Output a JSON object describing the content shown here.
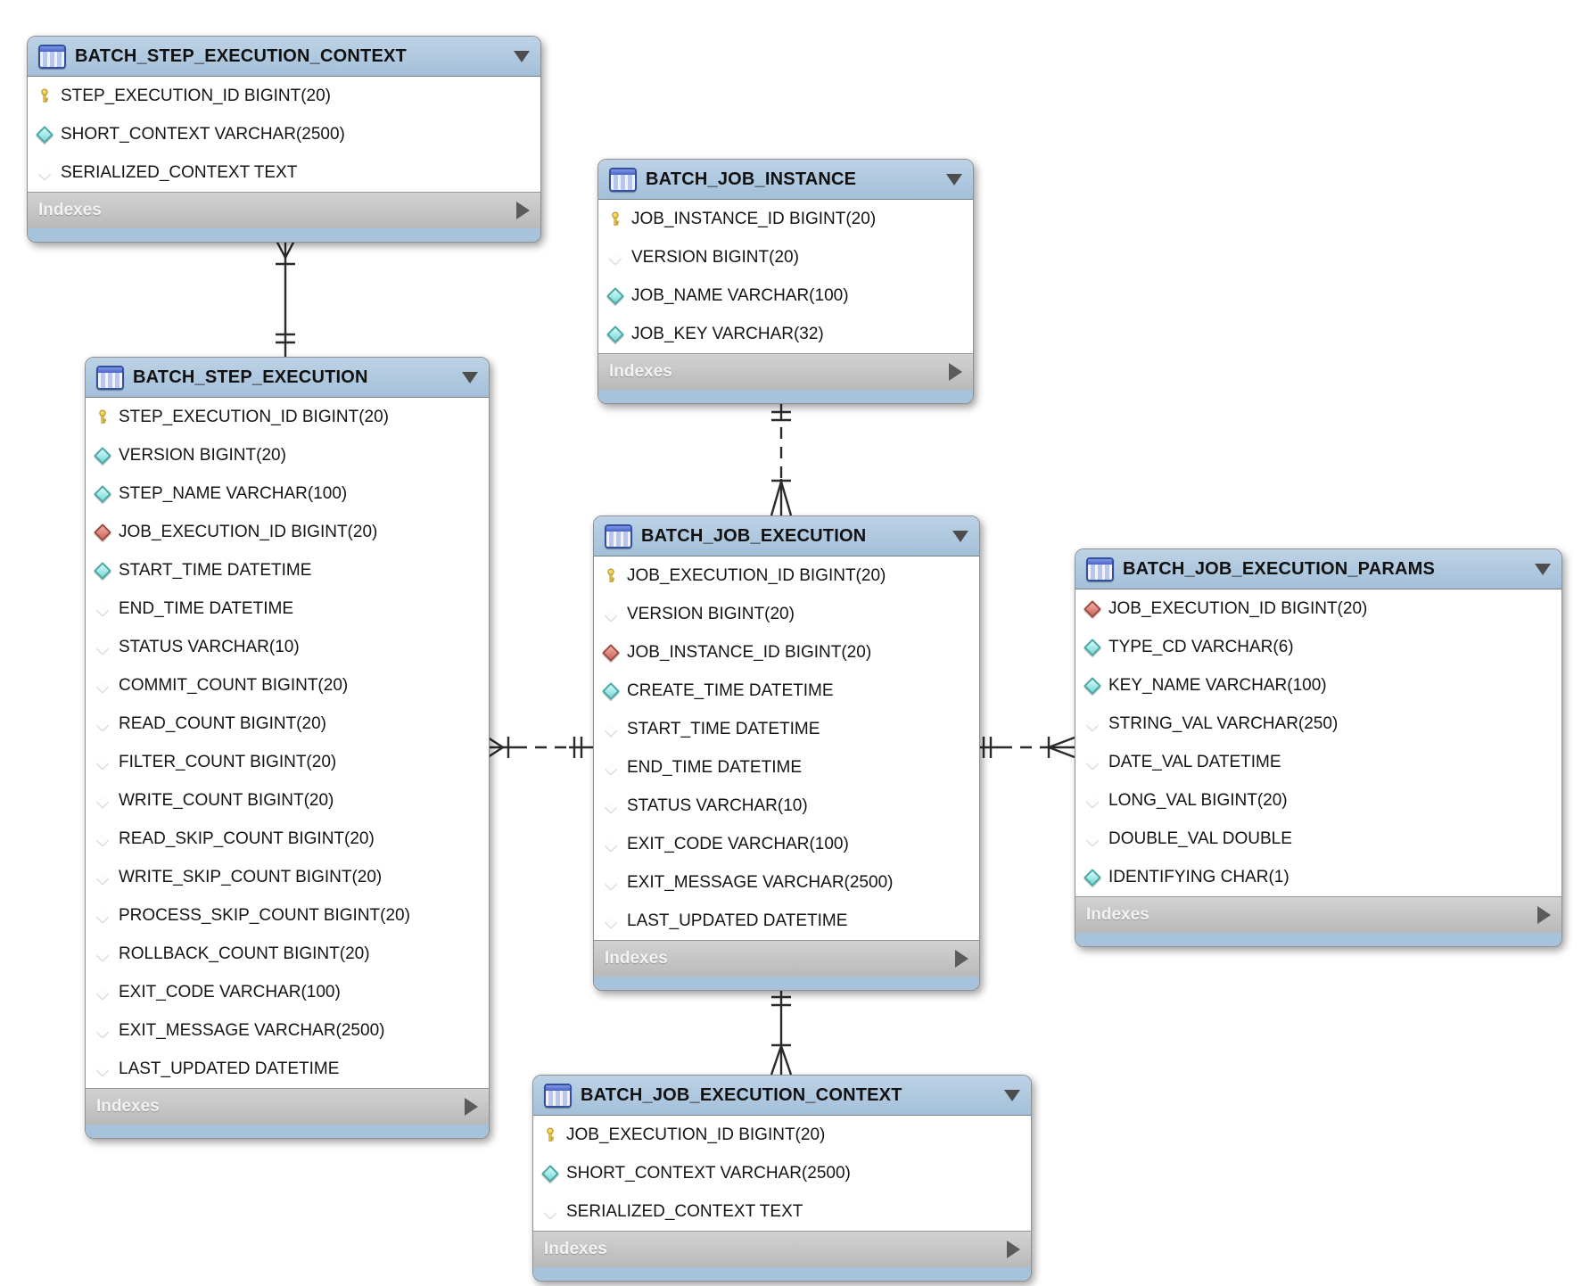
{
  "tables": [
    {
      "id": "batch_step_execution_context",
      "title": "BATCH_STEP_EXECUTION_CONTEXT",
      "footer_label": "Indexes",
      "columns": [
        {
          "icon": "primary-key",
          "text": "STEP_EXECUTION_ID BIGINT(20)"
        },
        {
          "icon": "not-null",
          "text": "SHORT_CONTEXT VARCHAR(2500)"
        },
        {
          "icon": "nullable",
          "text": "SERIALIZED_CONTEXT TEXT"
        }
      ]
    },
    {
      "id": "batch_job_instance",
      "title": "BATCH_JOB_INSTANCE",
      "footer_label": "Indexes",
      "columns": [
        {
          "icon": "primary-key",
          "text": "JOB_INSTANCE_ID BIGINT(20)"
        },
        {
          "icon": "nullable",
          "text": "VERSION BIGINT(20)"
        },
        {
          "icon": "not-null",
          "text": "JOB_NAME VARCHAR(100)"
        },
        {
          "icon": "not-null",
          "text": "JOB_KEY VARCHAR(32)"
        }
      ]
    },
    {
      "id": "batch_step_execution",
      "title": "BATCH_STEP_EXECUTION",
      "footer_label": "Indexes",
      "columns": [
        {
          "icon": "primary-key",
          "text": "STEP_EXECUTION_ID BIGINT(20)"
        },
        {
          "icon": "not-null",
          "text": "VERSION BIGINT(20)"
        },
        {
          "icon": "not-null",
          "text": "STEP_NAME VARCHAR(100)"
        },
        {
          "icon": "foreign-key",
          "text": "JOB_EXECUTION_ID BIGINT(20)"
        },
        {
          "icon": "not-null",
          "text": "START_TIME DATETIME"
        },
        {
          "icon": "nullable",
          "text": "END_TIME DATETIME"
        },
        {
          "icon": "nullable",
          "text": "STATUS VARCHAR(10)"
        },
        {
          "icon": "nullable",
          "text": "COMMIT_COUNT BIGINT(20)"
        },
        {
          "icon": "nullable",
          "text": "READ_COUNT BIGINT(20)"
        },
        {
          "icon": "nullable",
          "text": "FILTER_COUNT BIGINT(20)"
        },
        {
          "icon": "nullable",
          "text": "WRITE_COUNT BIGINT(20)"
        },
        {
          "icon": "nullable",
          "text": "READ_SKIP_COUNT BIGINT(20)"
        },
        {
          "icon": "nullable",
          "text": "WRITE_SKIP_COUNT BIGINT(20)"
        },
        {
          "icon": "nullable",
          "text": "PROCESS_SKIP_COUNT BIGINT(20)"
        },
        {
          "icon": "nullable",
          "text": "ROLLBACK_COUNT BIGINT(20)"
        },
        {
          "icon": "nullable",
          "text": "EXIT_CODE VARCHAR(100)"
        },
        {
          "icon": "nullable",
          "text": "EXIT_MESSAGE VARCHAR(2500)"
        },
        {
          "icon": "nullable",
          "text": "LAST_UPDATED DATETIME"
        }
      ]
    },
    {
      "id": "batch_job_execution",
      "title": "BATCH_JOB_EXECUTION",
      "footer_label": "Indexes",
      "columns": [
        {
          "icon": "primary-key",
          "text": "JOB_EXECUTION_ID BIGINT(20)"
        },
        {
          "icon": "nullable",
          "text": "VERSION BIGINT(20)"
        },
        {
          "icon": "foreign-key",
          "text": "JOB_INSTANCE_ID BIGINT(20)"
        },
        {
          "icon": "not-null",
          "text": "CREATE_TIME DATETIME"
        },
        {
          "icon": "nullable",
          "text": "START_TIME DATETIME"
        },
        {
          "icon": "nullable",
          "text": "END_TIME DATETIME"
        },
        {
          "icon": "nullable",
          "text": "STATUS VARCHAR(10)"
        },
        {
          "icon": "nullable",
          "text": "EXIT_CODE VARCHAR(100)"
        },
        {
          "icon": "nullable",
          "text": "EXIT_MESSAGE VARCHAR(2500)"
        },
        {
          "icon": "nullable",
          "text": "LAST_UPDATED DATETIME"
        }
      ]
    },
    {
      "id": "batch_job_execution_params",
      "title": "BATCH_JOB_EXECUTION_PARAMS",
      "footer_label": "Indexes",
      "columns": [
        {
          "icon": "foreign-key",
          "text": "JOB_EXECUTION_ID BIGINT(20)"
        },
        {
          "icon": "not-null",
          "text": "TYPE_CD VARCHAR(6)"
        },
        {
          "icon": "not-null",
          "text": "KEY_NAME VARCHAR(100)"
        },
        {
          "icon": "nullable",
          "text": "STRING_VAL VARCHAR(250)"
        },
        {
          "icon": "nullable",
          "text": "DATE_VAL DATETIME"
        },
        {
          "icon": "nullable",
          "text": "LONG_VAL BIGINT(20)"
        },
        {
          "icon": "nullable",
          "text": "DOUBLE_VAL DOUBLE"
        },
        {
          "icon": "not-null",
          "text": "IDENTIFYING CHAR(1)"
        }
      ]
    },
    {
      "id": "batch_job_execution_context",
      "title": "BATCH_JOB_EXECUTION_CONTEXT",
      "footer_label": "Indexes",
      "columns": [
        {
          "icon": "primary-key",
          "text": "JOB_EXECUTION_ID BIGINT(20)"
        },
        {
          "icon": "not-null",
          "text": "SHORT_CONTEXT VARCHAR(2500)"
        },
        {
          "icon": "nullable",
          "text": "SERIALIZED_CONTEXT TEXT"
        }
      ]
    }
  ],
  "relationships": [
    {
      "one_side": "BATCH_STEP_EXECUTION",
      "many_side": "BATCH_STEP_EXECUTION_CONTEXT",
      "line": "solid"
    },
    {
      "one_side": "BATCH_JOB_INSTANCE",
      "many_side": "BATCH_JOB_EXECUTION",
      "line": "dashed"
    },
    {
      "one_side": "BATCH_JOB_EXECUTION",
      "many_side": "BATCH_STEP_EXECUTION",
      "line": "dashed"
    },
    {
      "one_side": "BATCH_JOB_EXECUTION",
      "many_side": "BATCH_JOB_EXECUTION_PARAMS",
      "line": "dashed"
    },
    {
      "one_side": "BATCH_JOB_EXECUTION",
      "many_side": "BATCH_JOB_EXECUTION_CONTEXT",
      "line": "solid"
    }
  ],
  "colors": {
    "table_header": "#aac6dd",
    "table_footer": "#c3c3c3",
    "primary_key_icon": "#f2d14b",
    "not_null_diamond": "#74dcd9",
    "nullable_diamond": "#ffffff",
    "foreign_key_diamond": "#cf675c",
    "connector": "#2b2b2b"
  }
}
